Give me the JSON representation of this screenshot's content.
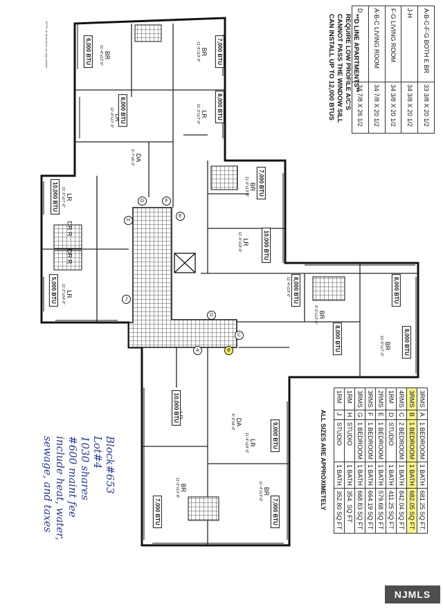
{
  "window_table": {
    "rows": [
      [
        "A-B-C-F-G BOTH E BR",
        "33 3/8 X 20 1/2"
      ],
      [
        "J-H",
        "34 3/8 X 20 1/2"
      ],
      [
        "F-G LIVING ROOM",
        "34 3/8 X 20 1/2"
      ],
      [
        "A-B-C LIVING ROOM",
        "34 7/8 X 20 1/2"
      ],
      [
        "D",
        "34 7/8 X 26 1/2"
      ]
    ]
  },
  "d_line_note": [
    "**D LINE APARTMENTS**",
    "REQUIRE LOW PROFILE A/C'S",
    "CANNOT PASS THE WINDOW SILL",
    "CAN INSTALL UP TO 12,000 BTUS"
  ],
  "unit_note": "ALL SIZES ARE APPROXIMETELY",
  "unit_table": {
    "rows": [
      [
        "3RMS",
        "A",
        "1 BEDROOM",
        "1 BATH",
        "681.25 SQ FT."
      ],
      [
        "3RMS",
        "B",
        "1 BEDROOM",
        "1 BATH",
        "682.05 SQ FT"
      ],
      [
        "4RMS",
        "C",
        "2 BEDROOM",
        "1 BATH",
        "842.04 SQ FT"
      ],
      [
        "1RM",
        "D",
        "STUDIO",
        "1 BATH",
        "411.25 SQ FT"
      ],
      [
        "2RMS",
        "E",
        "1 BEDROOM",
        "1 BATH",
        "579.68 SQ FT"
      ],
      [
        "3RMS",
        "F",
        "1 BEDROOM",
        "1 BATH",
        "664.19 SQ FT"
      ],
      [
        "3RMS",
        "G",
        "1 BEDROOM",
        "1 BATH",
        "668.83 SQ FT"
      ],
      [
        "1RM",
        "H",
        "STUDIO",
        "1 BATH",
        "354. SQ FT"
      ],
      [
        "1RM",
        "J",
        "STUDIO",
        "1 BATH",
        "352.80 SQ FT"
      ]
    ],
    "highlight_row": 1,
    "highlight_color": "#f7f28a"
  },
  "handwritten": [
    "Block#653",
    "Lot#4",
    "1030 shares",
    "#600 maint fee",
    "include heat, water,",
    "sewage, and taxes"
  ],
  "tiny_note": "NOTE: all dimensions are approximate",
  "rooms": [
    {
      "name": "BR",
      "dim": "11'-4\"x13'-9\""
    },
    {
      "name": "BR",
      "dim": "11'-6\"x13'-6\""
    },
    {
      "name": "LR",
      "dim": "12'-0\"x17'-6\""
    },
    {
      "name": "LR",
      "dim": "11'-3\"x17'-6\""
    },
    {
      "name": "DA",
      "dim": "5'-7\"x6'-0\""
    },
    {
      "name": "LR",
      "dim": "11'-5\"x17'-6\""
    },
    {
      "name": "DR R",
      "dim": ""
    },
    {
      "name": "DR R",
      "dim": ""
    },
    {
      "name": "LR",
      "dim": "11'-2\"x24'-0\""
    },
    {
      "name": "BR",
      "dim": "11'-0\"x13'-6\""
    },
    {
      "name": "LR",
      "dim": "11'-4\"x18'-6\""
    },
    {
      "name": "LR",
      "dim": "11'-4\"x19'-6\""
    },
    {
      "name": "BR",
      "dim": "9'-5\"x13'-6\""
    },
    {
      "name": "BR",
      "dim": "10'-0\"x17'-0\""
    },
    {
      "name": "LR",
      "dim": "11'-4\"x17'-6\""
    },
    {
      "name": "DA",
      "dim": "8'-0\"x8'-0\""
    },
    {
      "name": "LR",
      "dim": "11'-4\"x18'-6\""
    },
    {
      "name": "BR",
      "dim": "11'-0\"x13'-6\""
    },
    {
      "name": "BR",
      "dim": "11'-4\"x13'-6\""
    }
  ],
  "btu_labels": [
    "6,000 BTU",
    "7,000 BTU",
    "8,000 BTU",
    "8,000 BTU",
    "7,000 BTU",
    "10,000 BTU",
    "10,000 BTU",
    "5,000 BTU",
    "8,000 BTU",
    "8,000 BTU",
    "8,000 BTU",
    "8,000 BTU",
    "10,000 BTU",
    "9,000 BTU",
    "7,000 BTU",
    "7,000 BTU"
  ],
  "unit_markers": [
    {
      "letter": "G",
      "highlight": false
    },
    {
      "letter": "F",
      "highlight": false
    },
    {
      "letter": "E",
      "highlight": false
    },
    {
      "letter": "H",
      "highlight": false
    },
    {
      "letter": "J",
      "highlight": false
    },
    {
      "letter": "D",
      "highlight": false
    },
    {
      "letter": "C",
      "highlight": false
    },
    {
      "letter": "A",
      "highlight": false
    },
    {
      "letter": "B",
      "highlight": true
    }
  ],
  "logo": "NJMLS"
}
